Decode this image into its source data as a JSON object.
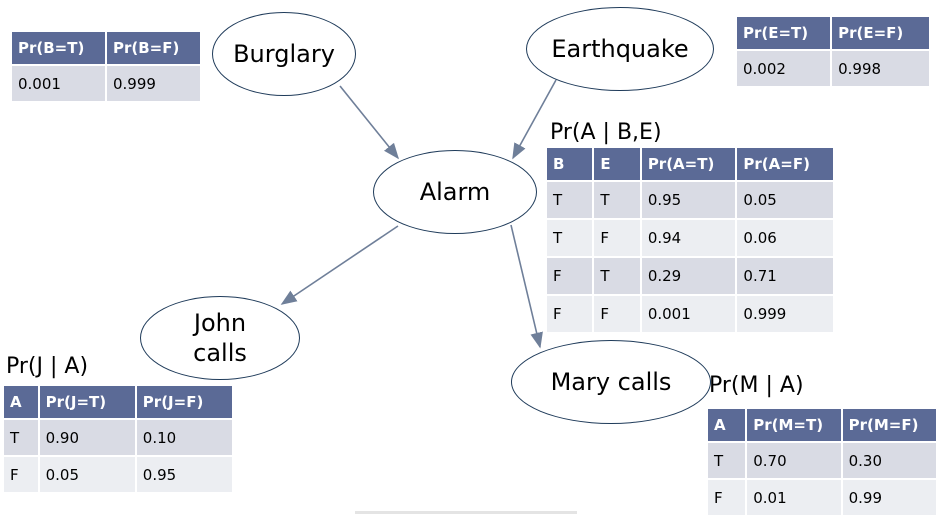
{
  "nodes": {
    "burglary": "Burglary",
    "earthquake": "Earthquake",
    "alarm": "Alarm",
    "john": "John\ncalls",
    "mary": "Mary calls"
  },
  "captions": {
    "alarm": "Pr(A | B,E)",
    "john": "Pr(J | A)",
    "mary": "Pr(M | A)"
  },
  "tables": {
    "burglary": {
      "headers": [
        "Pr(B=T)",
        "Pr(B=F)"
      ],
      "rows": [
        [
          "0.001",
          "0.999"
        ]
      ]
    },
    "earthquake": {
      "headers": [
        "Pr(E=T)",
        "Pr(E=F)"
      ],
      "rows": [
        [
          "0.002",
          "0.998"
        ]
      ]
    },
    "alarm": {
      "headers": [
        "B",
        "E",
        "Pr(A=T)",
        "Pr(A=F)"
      ],
      "rows": [
        [
          "T",
          "T",
          "0.95",
          "0.05"
        ],
        [
          "T",
          "F",
          "0.94",
          "0.06"
        ],
        [
          "F",
          "T",
          "0.29",
          "0.71"
        ],
        [
          "F",
          "F",
          "0.001",
          "0.999"
        ]
      ]
    },
    "john": {
      "headers": [
        "A",
        "Pr(J=T)",
        "Pr(J=F)"
      ],
      "rows": [
        [
          "T",
          "0.90",
          "0.10"
        ],
        [
          "F",
          "0.05",
          "0.95"
        ]
      ]
    },
    "mary": {
      "headers": [
        "A",
        "Pr(M=T)",
        "Pr(M=F)"
      ],
      "rows": [
        [
          "T",
          "0.70",
          "0.30"
        ],
        [
          "F",
          "0.01",
          "0.99"
        ]
      ]
    }
  },
  "colors": {
    "header": "#5b6a96",
    "row_dark": "#d9dbe4",
    "row_light": "#eceef2",
    "edge": "#6f7f99"
  }
}
